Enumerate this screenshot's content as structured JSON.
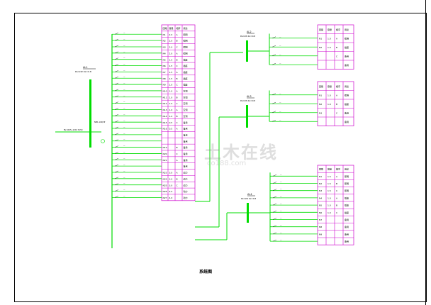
{
  "colors": {
    "wire": "#00dd00",
    "table": "#cc00cc",
    "text": "#000000",
    "watermark": "#8a8a8a"
  },
  "drawing": {
    "title": "系统图"
  },
  "watermark": {
    "main": "土木在线",
    "url": "co188.com"
  },
  "main_panel": {
    "name": "AL1",
    "spec": "Pe=kW Kx=0.8",
    "incoming": "BV-4X25+1X16 SC50",
    "breaker": "NM1-100/3P"
  },
  "main_table": {
    "header": [
      "回路",
      "容量",
      "相序",
      "用途"
    ],
    "rows": [
      [
        "N1",
        "2.0",
        "A",
        "照明"
      ],
      [
        "N2",
        "2.0",
        "B",
        "照明"
      ],
      [
        "N3",
        "2.0",
        "C",
        "照明"
      ],
      [
        "N4",
        "2.0",
        "A",
        "照明"
      ],
      [
        "N5",
        "1.5",
        "B",
        "插座"
      ],
      [
        "N6",
        "1.5",
        "C",
        "插座"
      ],
      [
        "N7",
        "1.5",
        "A",
        "插座"
      ],
      [
        "N8",
        "1.5",
        "B",
        "插座"
      ],
      [
        "N9",
        "1.0",
        "C",
        "插座"
      ],
      [
        "N10",
        "1.0",
        "A",
        "空调"
      ],
      [
        "N11",
        "1.0",
        "B",
        "空调"
      ],
      [
        "N12",
        "1.0",
        "C",
        "空调"
      ],
      [
        "N13",
        "1.0",
        "A",
        "空调"
      ],
      [
        "N14",
        "1.0",
        "B",
        "空调"
      ],
      [
        "N15",
        "0.5",
        "C",
        "备用"
      ],
      [
        "N16",
        "0.5",
        "A",
        "备用"
      ],
      [
        "",
        "",
        "",
        "备用"
      ],
      [
        "",
        "",
        "",
        "备用"
      ],
      [
        "N19",
        "",
        "B",
        "备用"
      ],
      [
        "N20",
        "",
        "C",
        "备用"
      ],
      [
        "N21",
        "",
        "A",
        "备用"
      ],
      [
        "",
        "",
        "",
        "备用"
      ],
      [
        "N23",
        "3.0",
        "A",
        "动力"
      ],
      [
        "N24",
        "3.0",
        "B",
        "动力"
      ],
      [
        "N25",
        "3.0",
        "C",
        "动力"
      ],
      [
        "N26",
        "4.0",
        "",
        "动力"
      ],
      [
        "N27",
        "4.0",
        "",
        "动力"
      ]
    ]
  },
  "sub_panels": [
    {
      "name": "AL2",
      "spec": "Pe=kW Kx=0.8",
      "table_header": [
        "回路",
        "容量",
        "相序",
        "用途"
      ],
      "rows": [
        [
          "N1",
          "1.0",
          "A",
          "照明"
        ],
        [
          "N2",
          "1.0",
          "B",
          "插座"
        ],
        [
          "",
          "",
          "C",
          "备用"
        ],
        [
          "",
          "",
          "",
          "备用"
        ]
      ]
    },
    {
      "name": "AL3",
      "spec": "Pe=kW Kx=0.8",
      "table_header": [
        "回路",
        "容量",
        "相序",
        "用途"
      ],
      "rows": [
        [
          "N1",
          "1.0",
          "A",
          "照明"
        ],
        [
          "N2",
          "1.0",
          "B",
          "插座"
        ],
        [
          "N3",
          "",
          "C",
          "备用"
        ],
        [
          "",
          "",
          "",
          "备用"
        ]
      ]
    },
    {
      "name": "AL4",
      "spec": "Pe=kW Kx=0.8",
      "table_header": [
        "回路",
        "容量",
        "相序",
        "用途"
      ],
      "rows": [
        [
          "N1",
          "1.5",
          "A",
          "照明"
        ],
        [
          "N2",
          "1.5",
          "B",
          "照明"
        ],
        [
          "N3",
          "1.5",
          "C",
          "照明"
        ],
        [
          "N4",
          "1.0",
          "A",
          "插座"
        ],
        [
          "N5",
          "1.0",
          "B",
          "插座"
        ],
        [
          "N6",
          "1.0",
          "C",
          "插座"
        ],
        [
          "N7",
          "",
          "",
          "备用"
        ],
        [
          "N8",
          "",
          "",
          "备用"
        ],
        [
          "N9",
          "",
          "",
          "备用"
        ],
        [
          "",
          "",
          "",
          "备用"
        ]
      ]
    }
  ]
}
